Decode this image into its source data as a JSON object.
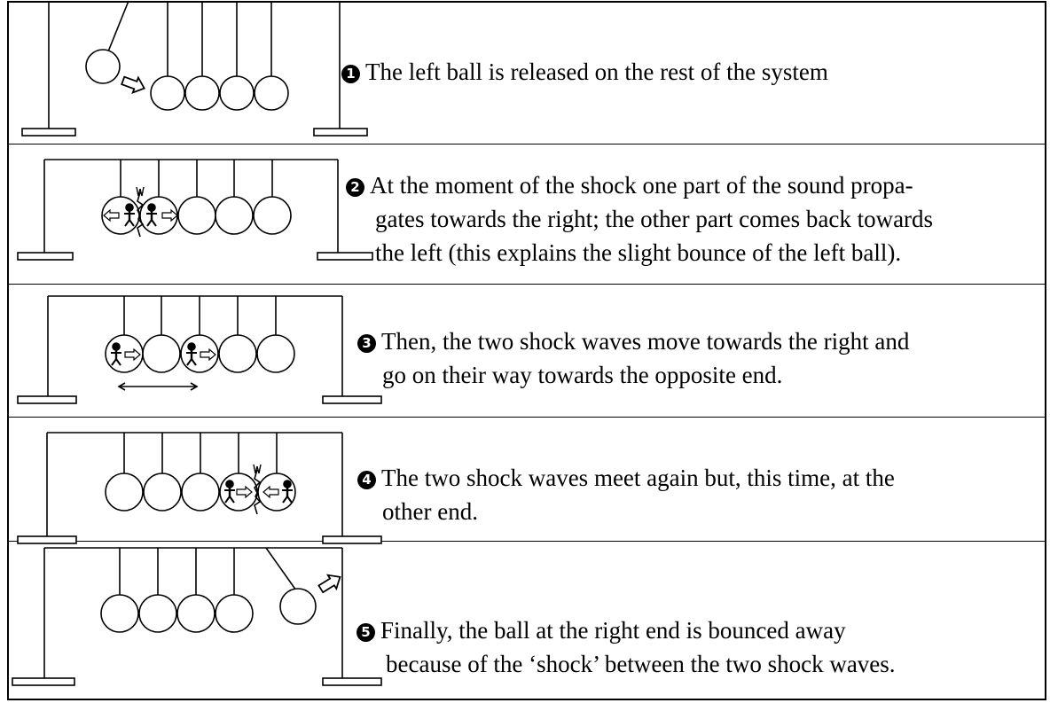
{
  "steps": [
    {
      "number": "1",
      "lines": [
        "The left ball is released on the rest of the system"
      ]
    },
    {
      "number": "2",
      "lines": [
        "At the moment of the shock one part of the sound propa-",
        "gates towards the right; the other part comes back towards",
        "the left (this explains the slight bounce of the left ball)."
      ]
    },
    {
      "number": "3",
      "lines": [
        "Then, the two shock waves move towards the right and",
        "go on their way towards the opposite end."
      ]
    },
    {
      "number": "4",
      "lines": [
        "The two shock waves meet again but, this time, at the",
        "other end."
      ]
    },
    {
      "number": "5",
      "lines": [
        "Finally, the ball at the right end is bounced away",
        "because of the ‘shock’ between the two shock waves."
      ]
    }
  ],
  "icons": {
    "step_marker": "black-circled-number-icon",
    "shock_wave": "running-figure-icon",
    "impact": "spark-icon",
    "direction": "hollow-arrow-icon"
  }
}
